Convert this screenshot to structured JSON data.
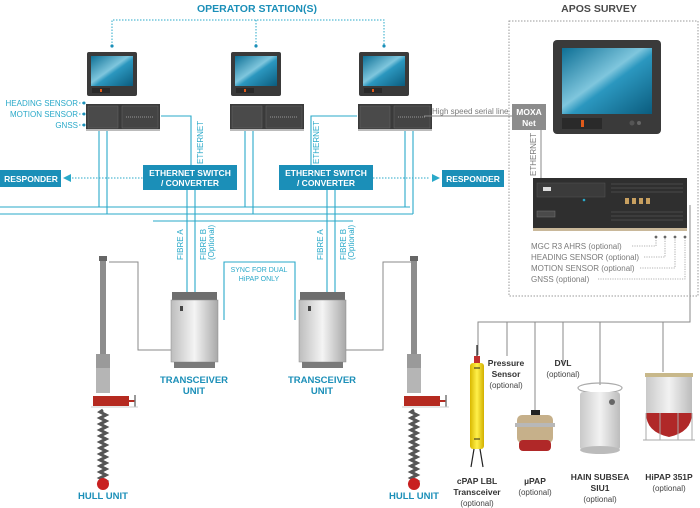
{
  "diagram": {
    "titles": {
      "operator_stations": "OPERATOR STATION(S)",
      "apos_survey": "APOS SURVEY"
    },
    "left_sensor_inputs": [
      "HEADING SENSOR",
      "MOTION SENSOR",
      "GNSS"
    ],
    "ethernet_label": "ETHERNET",
    "switches": [
      {
        "line1": "ETHERNET SWITCH",
        "line2": "/ CONVERTER"
      },
      {
        "line1": "ETHERNET SWITCH",
        "line2": "/ CONVERTER"
      }
    ],
    "responders": [
      "RESPONDER",
      "RESPONDER"
    ],
    "fibre_labels": {
      "fibre_a": "FIBRE A",
      "fibre_b": "FIBRE B",
      "fibre_b_note": "(Optional)"
    },
    "sync_label": {
      "line1": "SYNC FOR DUAL",
      "line2": "HiPAP ONLY"
    },
    "transceivers": [
      {
        "line1": "TRANSCEIVER",
        "line2": "UNIT"
      },
      {
        "line1": "TRANSCEIVER",
        "line2": "UNIT"
      }
    ],
    "hull_units": [
      "HULL UNIT",
      "HULL UNIT"
    ],
    "serial_line_label": "High speed serial line",
    "moxa": {
      "line1": "MOXA",
      "line2": "Net"
    },
    "apos_sensor_inputs": [
      "MGC R3 AHRS (optional)",
      "HEADING SENSOR (optional)",
      "MOTION SENSOR (optional)",
      "GNSS (optional)"
    ],
    "subsea_devices": [
      {
        "name": "cPAP LBL",
        "name2": "Transceiver",
        "note": "(optional)"
      },
      {
        "name": "µPAP",
        "name2": "",
        "note": "(optional)"
      },
      {
        "name": "HAIN SUBSEA",
        "name2": "SIU1",
        "note": "(optional)"
      },
      {
        "name": "HiPAP 351P",
        "name2": "",
        "note": "(optional)"
      }
    ],
    "sensor_taps": [
      {
        "name": "Pressure",
        "name2": "Sensor",
        "note": "(optional)"
      },
      {
        "name": "DVL",
        "name2": "",
        "note": "(optional)"
      }
    ],
    "colors": {
      "accent_cyan": "#2aa9c9",
      "box_blue": "#1b8fb8",
      "grey_line": "#8a8a8a",
      "moxa_grey": "#8c8c8c"
    }
  }
}
